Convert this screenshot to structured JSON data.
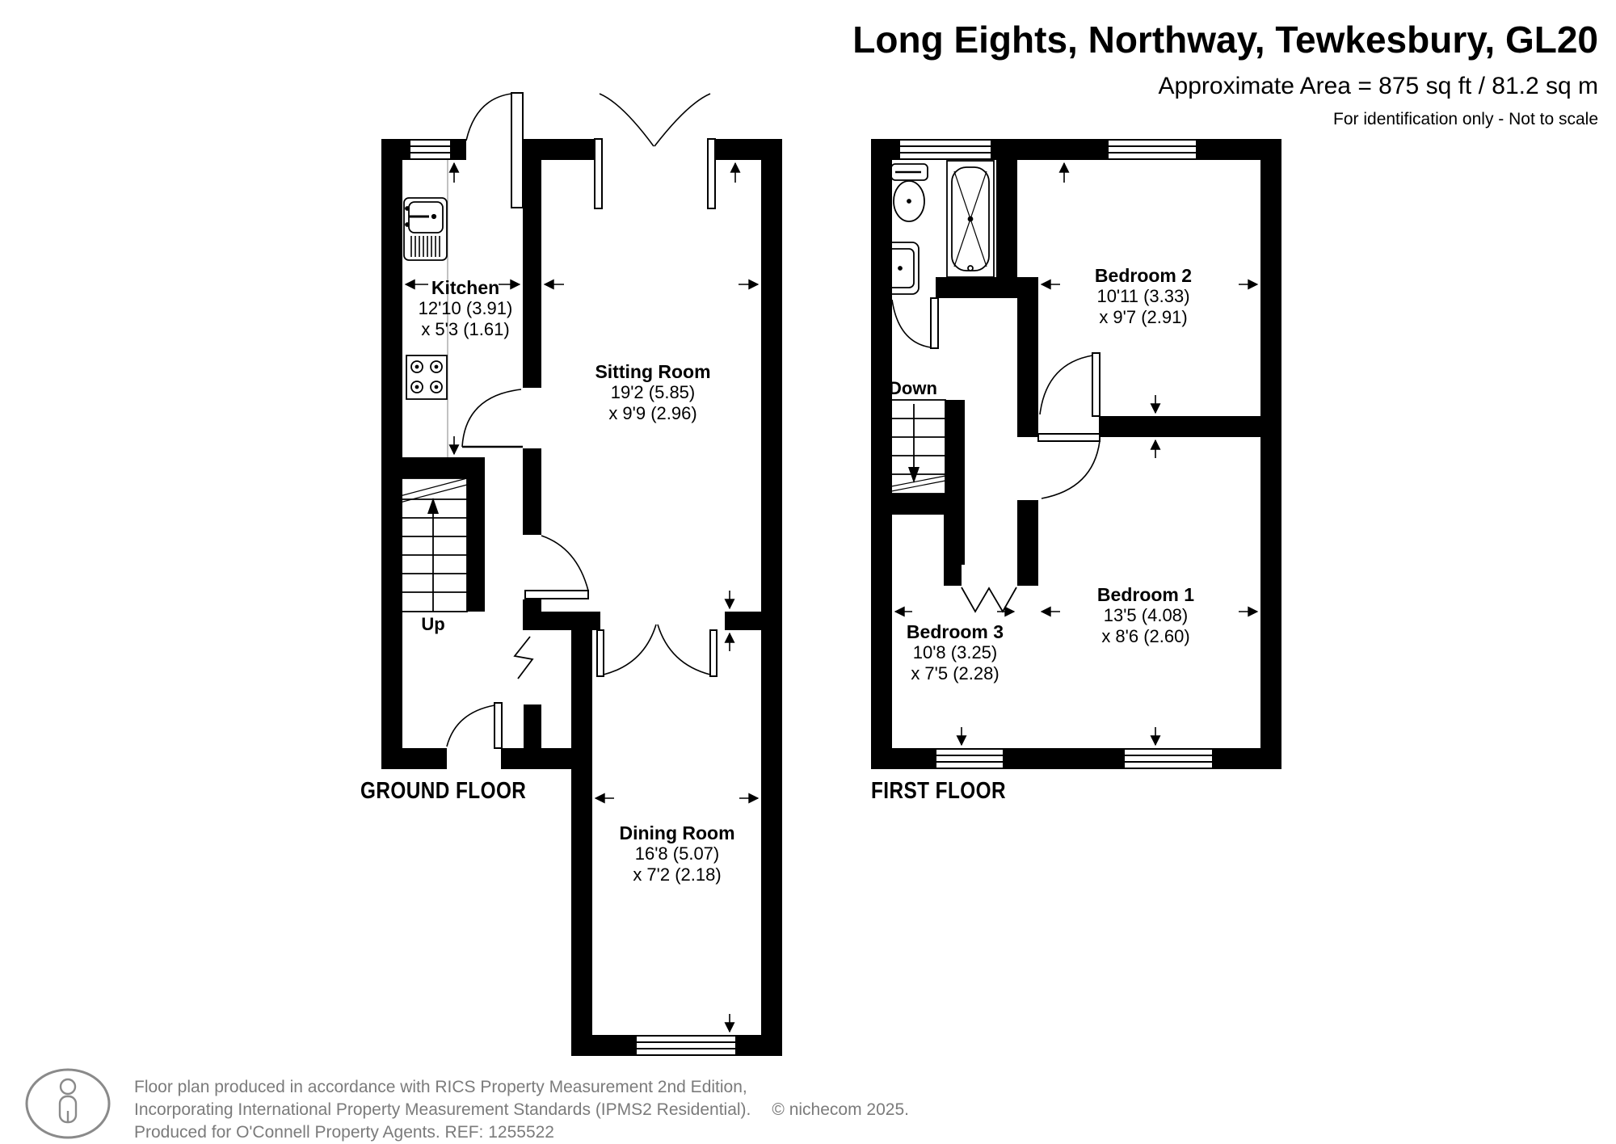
{
  "header": {
    "title": "Long Eights, Northway, Tewkesbury, GL20",
    "area_line": "Approximate Area = 875 sq ft / 81.2 sq m",
    "disclaimer": "For identification only - Not to scale"
  },
  "ground_floor": {
    "label": "GROUND FLOOR",
    "stairs_label": "Up",
    "rooms": {
      "kitchen": {
        "name": "Kitchen",
        "dim1": "12'10 (3.91)",
        "dim2": "x 5'3 (1.61)"
      },
      "sitting": {
        "name": "Sitting Room",
        "dim1": "19'2 (5.85)",
        "dim2": "x 9'9 (2.96)"
      },
      "dining": {
        "name": "Dining Room",
        "dim1": "16'8 (5.07)",
        "dim2": "x 7'2 (2.18)"
      }
    }
  },
  "first_floor": {
    "label": "FIRST FLOOR",
    "stairs_label": "Down",
    "rooms": {
      "bedroom2": {
        "name": "Bedroom 2",
        "dim1": "10'11 (3.33)",
        "dim2": "x 9'7 (2.91)"
      },
      "bedroom1": {
        "name": "Bedroom 1",
        "dim1": "13'5 (4.08)",
        "dim2": "x 8'6 (2.60)"
      },
      "bedroom3": {
        "name": "Bedroom 3",
        "dim1": "10'8 (3.25)",
        "dim2": "x 7'5 (2.28)"
      }
    }
  },
  "footer": {
    "line1": "Floor plan produced in accordance with RICS Property Measurement 2nd Edition,",
    "line2": "Incorporating International Property Measurement Standards (IPMS2 Residential).",
    "copyright": "© nichecom 2025.",
    "line3": "Produced for O'Connell Property Agents.   REF: 1255522"
  },
  "colors": {
    "wall": "#000000",
    "footer_text": "#7b7b7b"
  }
}
